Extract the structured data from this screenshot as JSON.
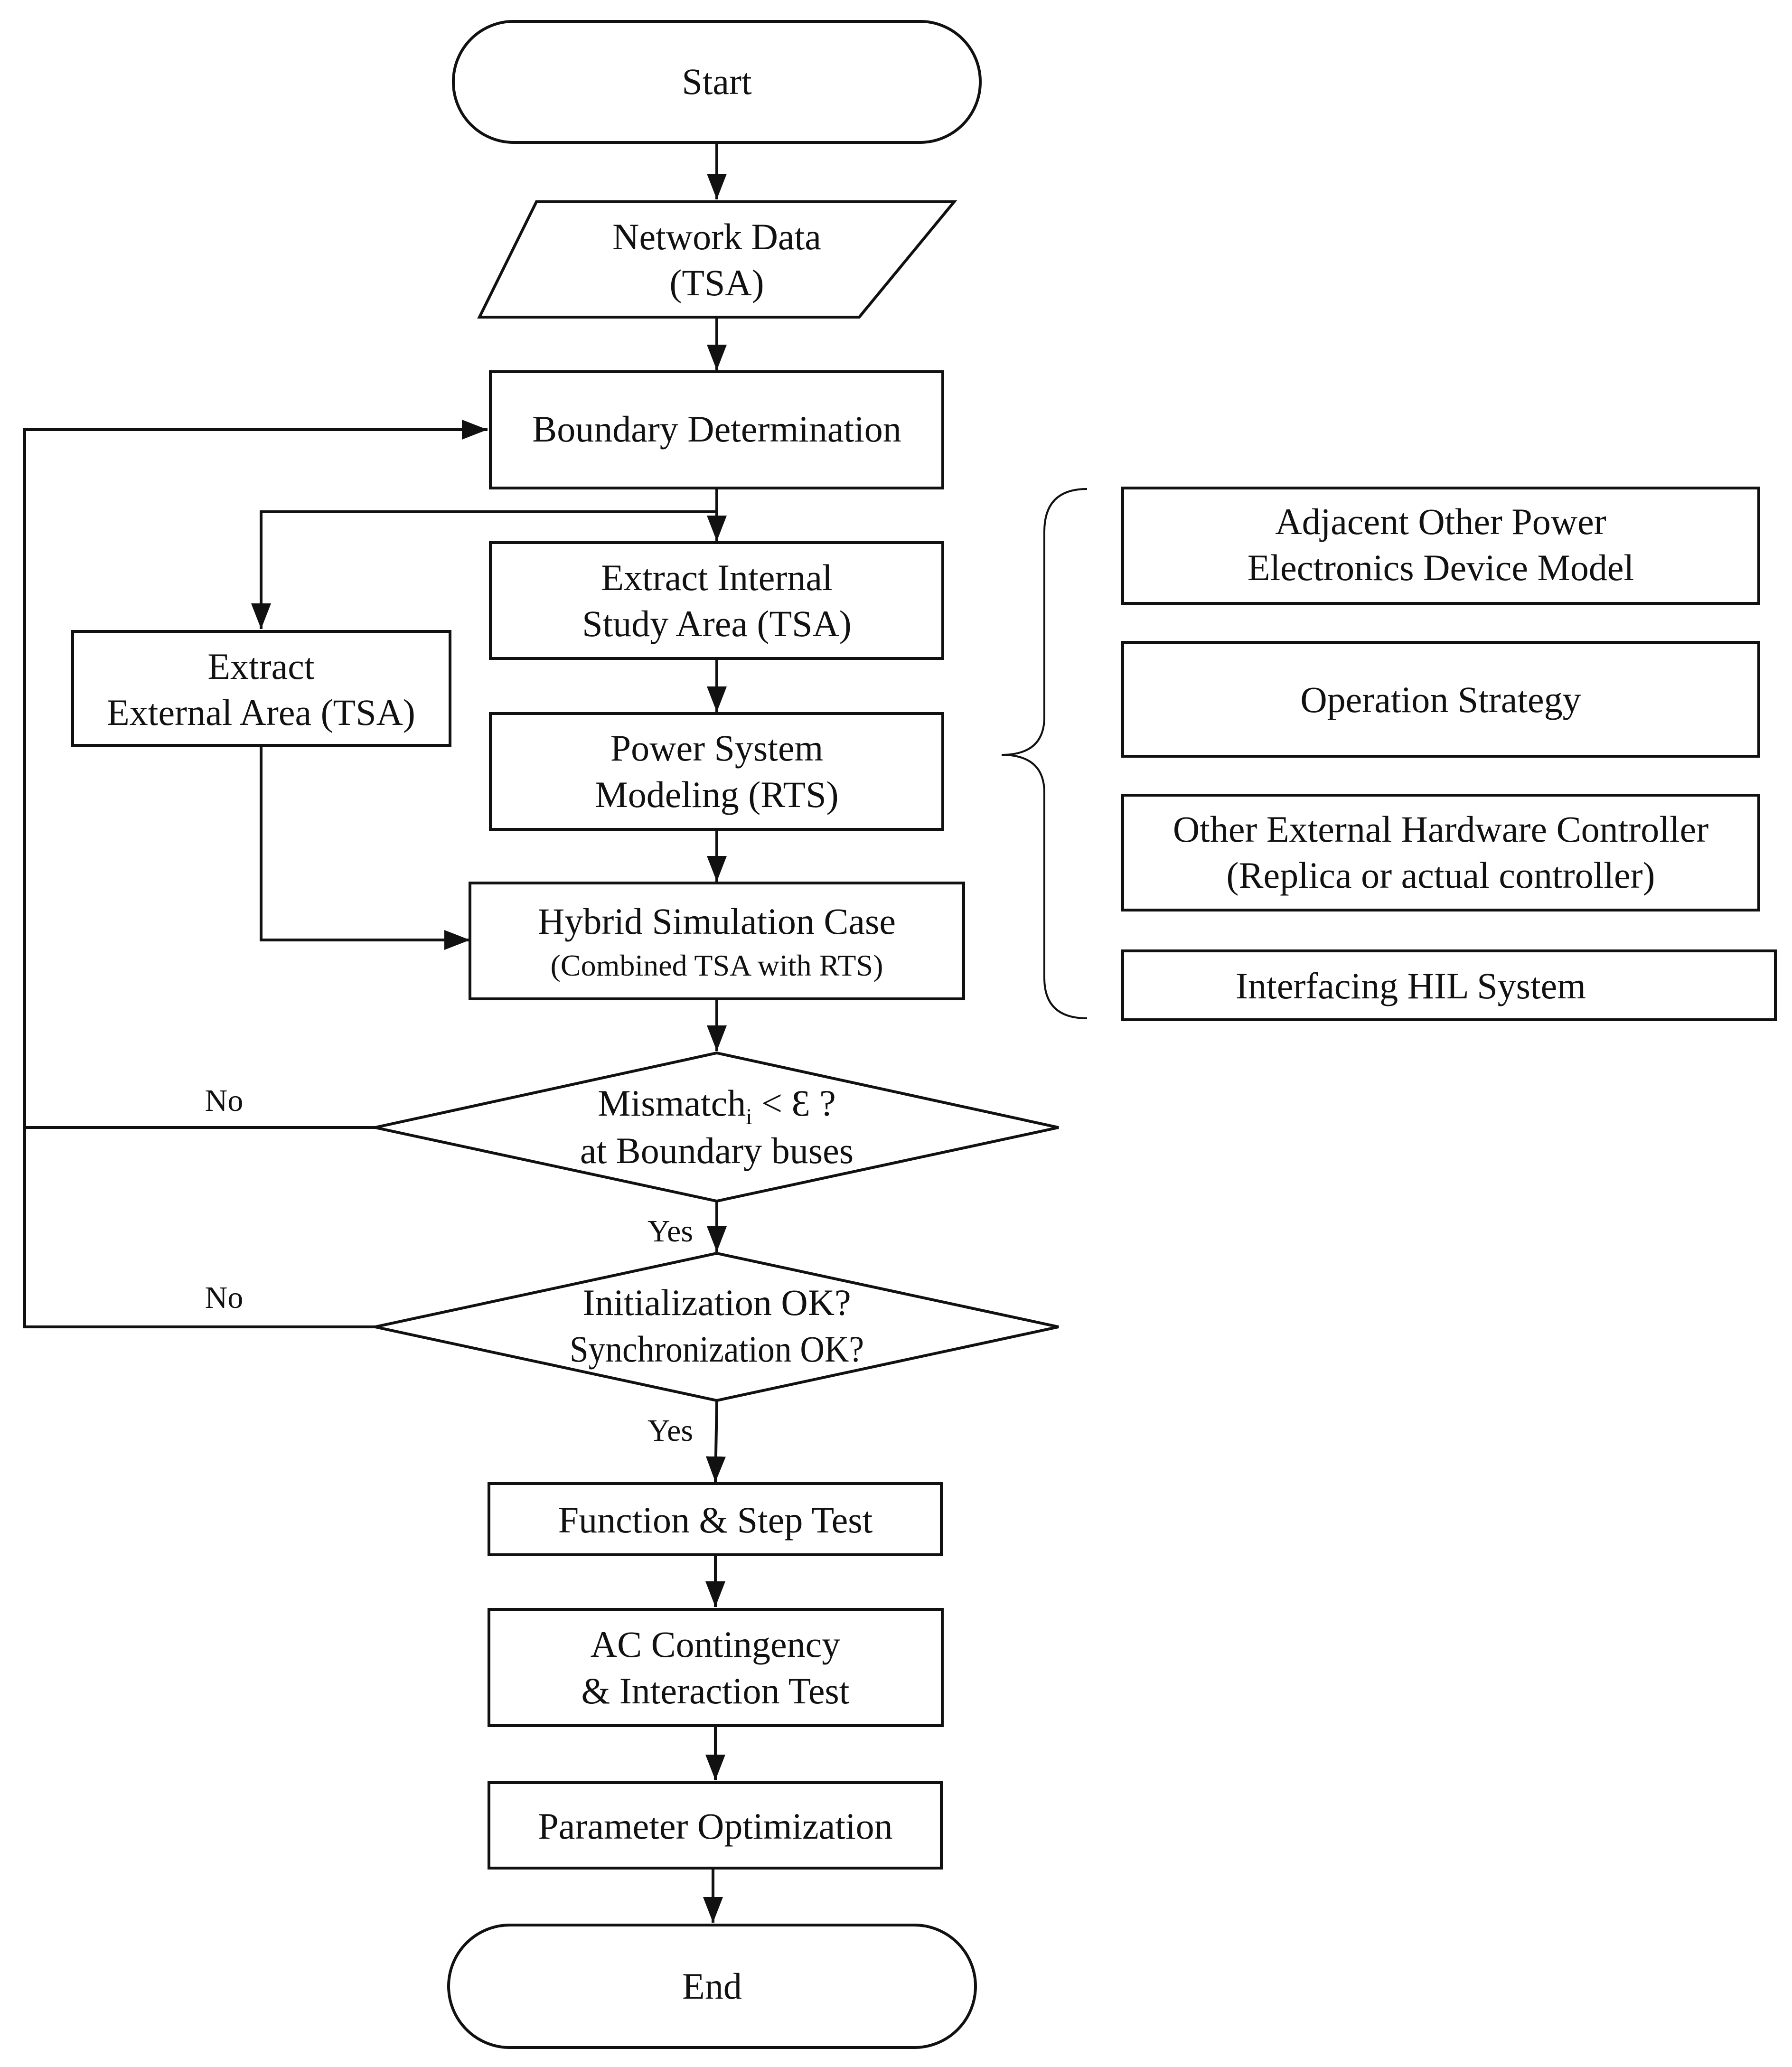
{
  "nodes": {
    "start": "Start",
    "network_data": [
      "Network Data",
      "(TSA)"
    ],
    "boundary": "Boundary  Determination",
    "extract_internal": [
      "Extract Internal",
      "Study Area (TSA)"
    ],
    "extract_external": [
      "Extract",
      "External Area (TSA)"
    ],
    "power_system": [
      "Power System",
      "Modeling (RTS)"
    ],
    "hybrid": [
      "Hybrid  Simulation Case",
      "(Combined TSA with RTS)"
    ],
    "mismatch": {
      "main": "Mismatch",
      "sub": "i",
      "rest": " < Ɛ ?",
      "line2": "at Boundary  buses"
    },
    "init": [
      "Initialization OK?",
      "Synchronization OK?"
    ],
    "function_test": "Function & Step Test",
    "ac_test": [
      "AC Contingency",
      "& Interaction Test"
    ],
    "param_opt": "Parameter  Optimization",
    "end": "End"
  },
  "side_items": {
    "adjacent": [
      "Adjacent  Other Power",
      "Electronics  Device Model"
    ],
    "operation": "Operation  Strategy",
    "other_controller": [
      "Other  External Hardware  Controller",
      "(Replica  or  actual  controller)"
    ],
    "interfacing": "Interfacing  HIL System"
  },
  "edge_labels": {
    "no1": "No",
    "no2": "No",
    "yes1": "Yes",
    "yes2": "Yes"
  }
}
